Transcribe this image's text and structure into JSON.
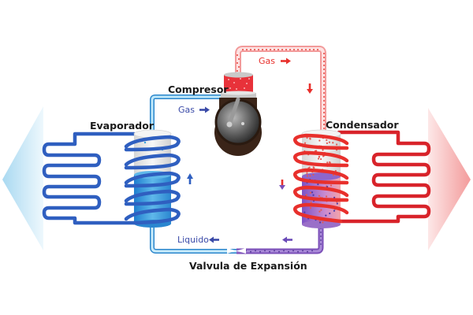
{
  "diagram": {
    "title": "Heat pump refrigeration cycle",
    "components": {
      "compressor": "Compresor",
      "evaporator": "Evaporador",
      "condenser": "Condensador",
      "expansion_valve": "Valvula de Expansión"
    },
    "flow_labels": {
      "gas_low_pressure": "Gas",
      "gas_high_pressure": "Gas",
      "liquid": "Liquido"
    },
    "colors": {
      "cold": "#2f5fc0",
      "cold_light": "#bfe3f5",
      "hot": "#e8302c",
      "hot_light": "#f7c6c6",
      "mixed": "#7b4fb8",
      "label_blue": "#3a4aa8",
      "label_red": "#e8302c"
    }
  }
}
